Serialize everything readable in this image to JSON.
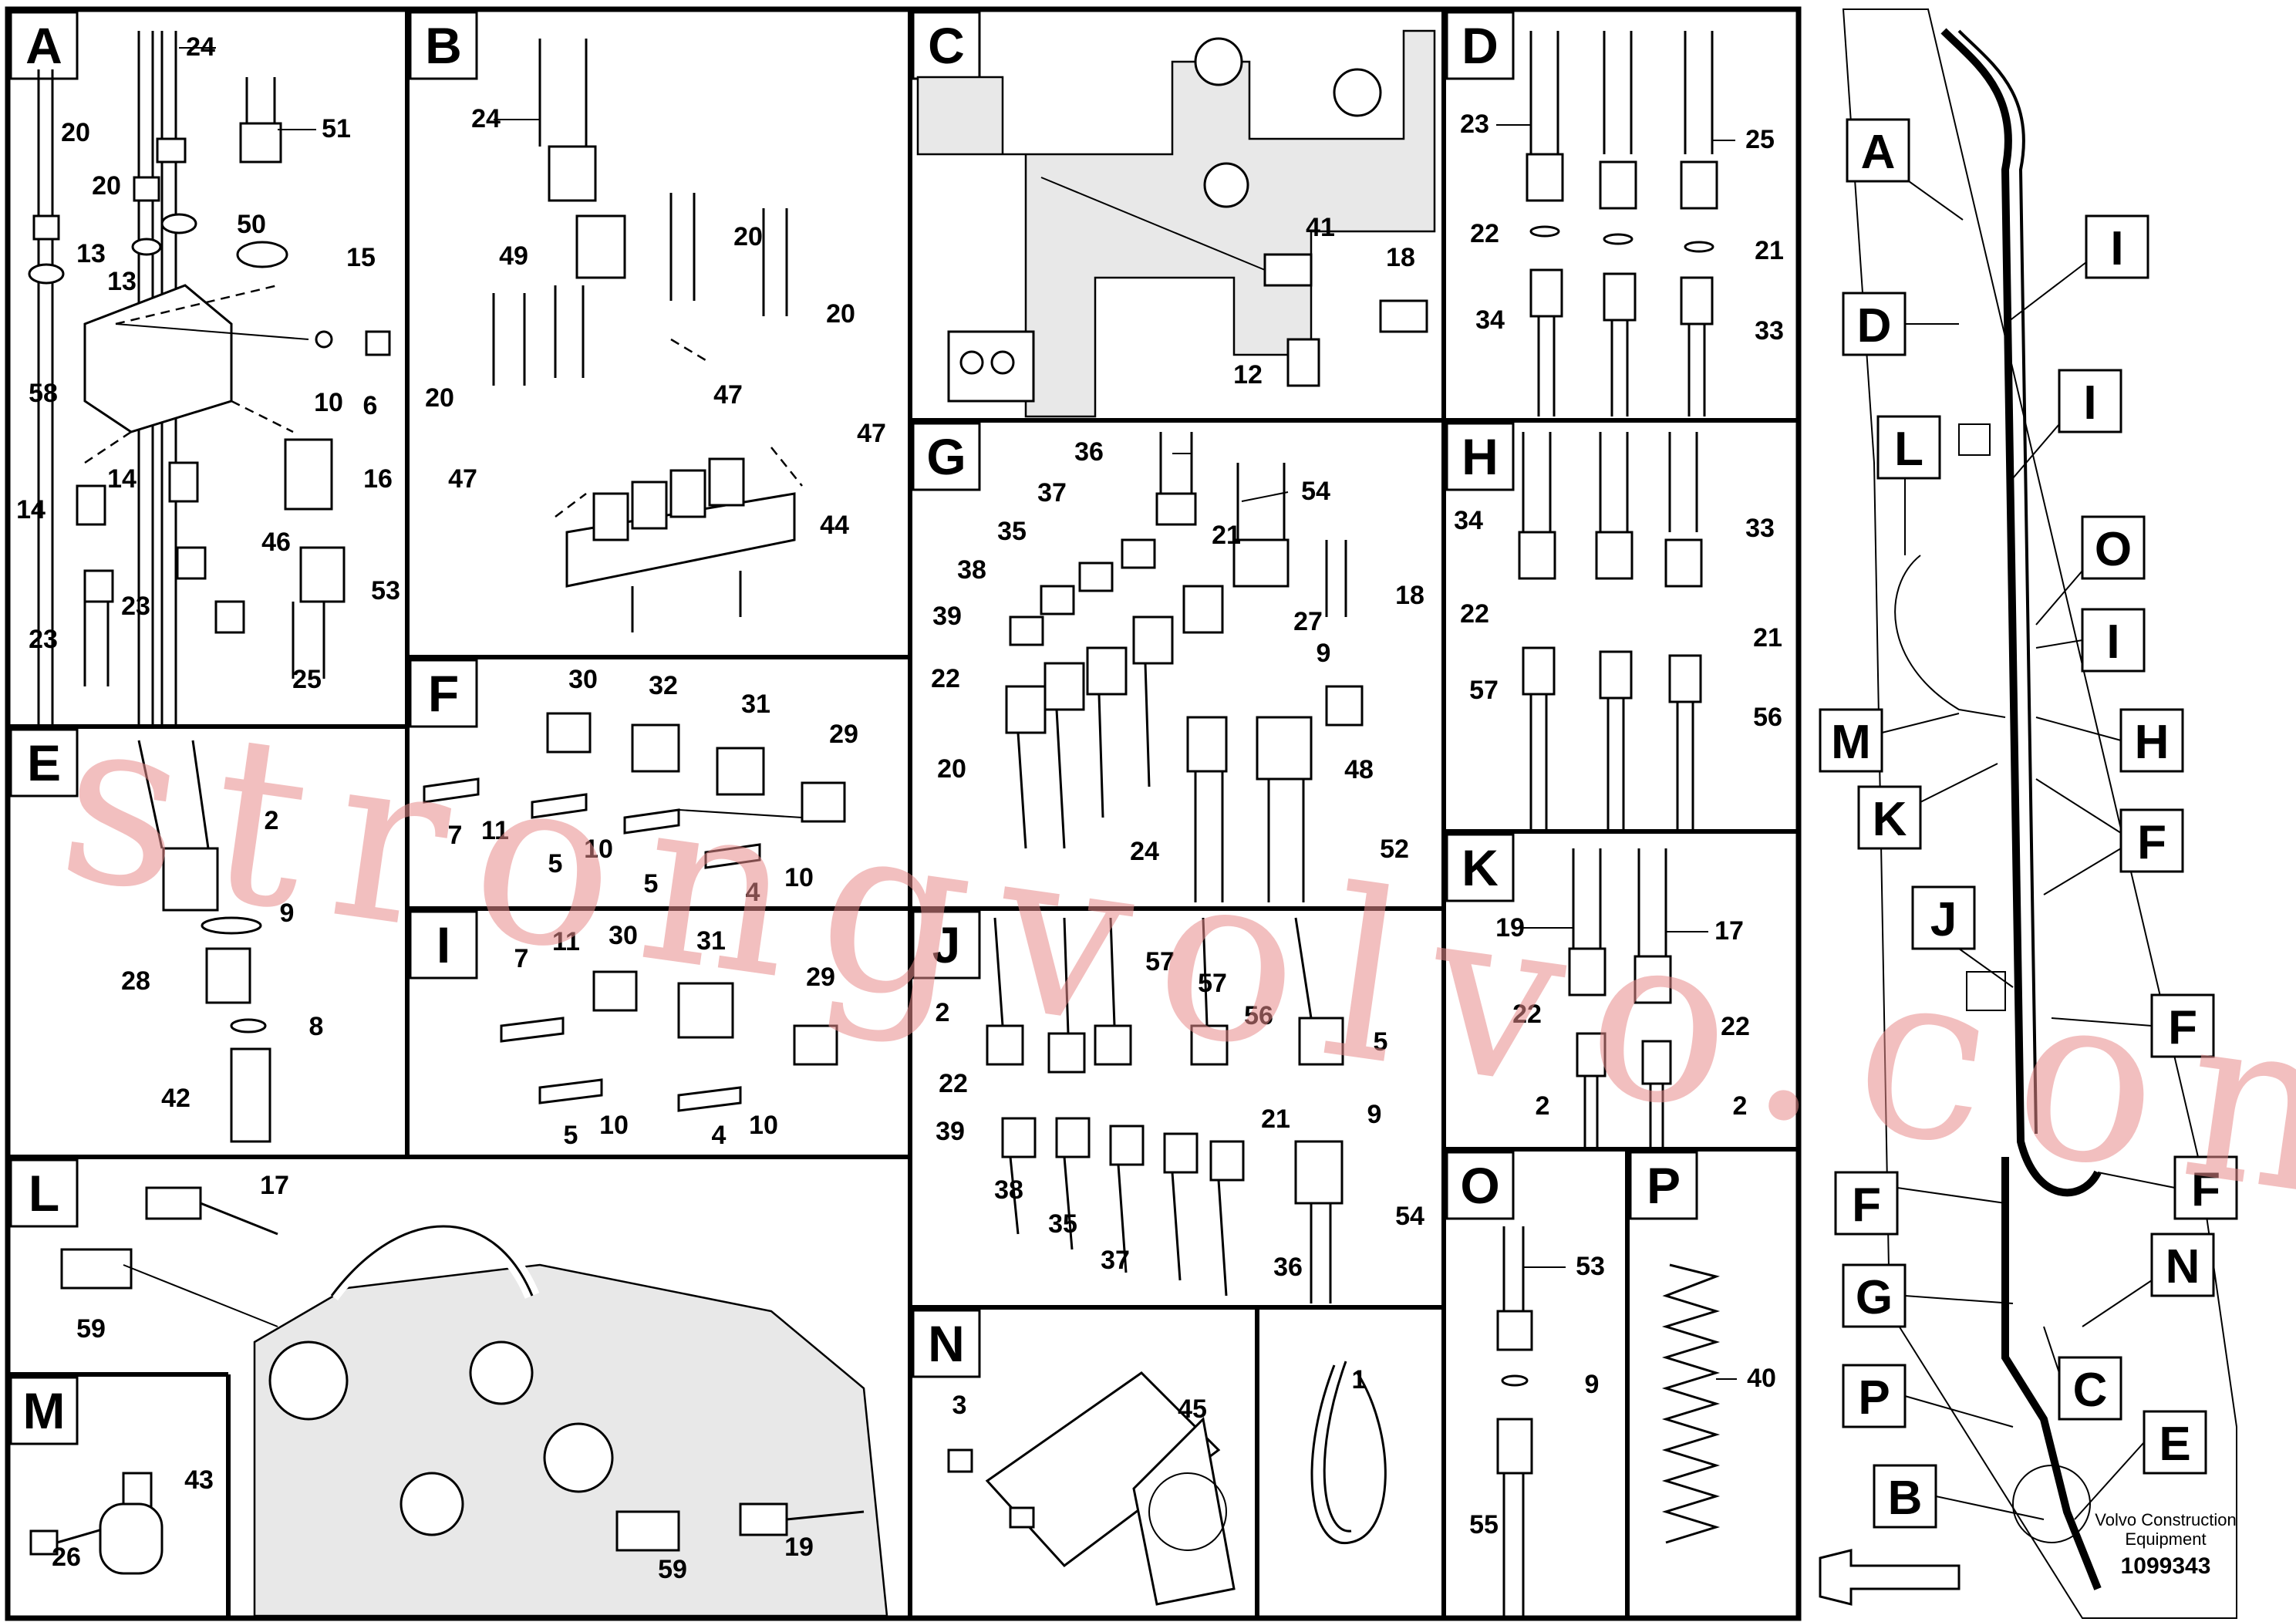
{
  "panels": {
    "A": {
      "letter": "A",
      "labels": [
        "24",
        "20",
        "20",
        "51",
        "13",
        "13",
        "50",
        "15",
        "58",
        "10",
        "6",
        "14",
        "14",
        "16",
        "46",
        "53",
        "23",
        "23",
        "25"
      ]
    },
    "B": {
      "letter": "B",
      "labels": [
        "24",
        "49",
        "20",
        "20",
        "20",
        "47",
        "47",
        "47",
        "44"
      ]
    },
    "C": {
      "letter": "C",
      "labels": [
        "41",
        "18",
        "12"
      ]
    },
    "D": {
      "letter": "D",
      "labels": [
        "23",
        "25",
        "22",
        "21",
        "34",
        "33"
      ]
    },
    "E": {
      "letter": "E",
      "labels": [
        "2",
        "9",
        "28",
        "8",
        "42"
      ]
    },
    "F": {
      "letter": "F",
      "labels": [
        "30",
        "32",
        "31",
        "29",
        "7",
        "11",
        "10",
        "5",
        "5",
        "4",
        "10"
      ]
    },
    "G": {
      "letter": "G",
      "labels": [
        "36",
        "37",
        "54",
        "35",
        "21",
        "38",
        "39",
        "18",
        "27",
        "9",
        "22",
        "48",
        "20",
        "24",
        "52"
      ]
    },
    "H": {
      "letter": "H",
      "labels": [
        "34",
        "33",
        "22",
        "21",
        "57",
        "56"
      ]
    },
    "I": {
      "letter": "I",
      "labels": [
        "7",
        "11",
        "30",
        "31",
        "29",
        "5",
        "10",
        "4",
        "10"
      ]
    },
    "J": {
      "letter": "J",
      "labels": [
        "57",
        "57",
        "56",
        "2",
        "5",
        "22",
        "21",
        "9",
        "39",
        "38",
        "35",
        "37",
        "36",
        "54"
      ]
    },
    "K": {
      "letter": "K",
      "labels": [
        "19",
        "17",
        "22",
        "22",
        "2",
        "2"
      ]
    },
    "L": {
      "letter": "L",
      "labels": [
        "17",
        "59",
        "59",
        "19"
      ]
    },
    "M": {
      "letter": "M",
      "labels": [
        "43",
        "26"
      ]
    },
    "N": {
      "letter": "N",
      "labels": [
        "3",
        "45"
      ]
    },
    "N2": {
      "labels": [
        "1"
      ]
    },
    "O": {
      "letter": "O",
      "labels": [
        "53",
        "9",
        "55"
      ]
    },
    "P": {
      "letter": "P",
      "labels": [
        "40"
      ]
    }
  },
  "overview_callouts": [
    "A",
    "I",
    "D",
    "I",
    "L",
    "O",
    "I",
    "M",
    "H",
    "K",
    "F",
    "J",
    "F",
    "F",
    "F",
    "G",
    "N",
    "C",
    "P",
    "E",
    "B"
  ],
  "brand": {
    "line1": "Volvo Construction",
    "line2": "Equipment",
    "part_number": "1099343"
  },
  "watermark": "strongvolvo.com"
}
